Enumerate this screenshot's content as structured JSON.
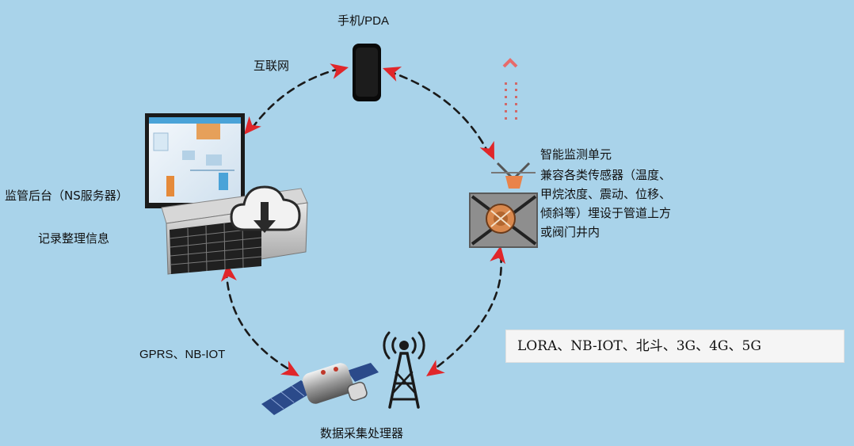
{
  "nodes": {
    "phone": {
      "label": "手机/PDA"
    },
    "backend": {
      "label": "监管后台（NS服务器）",
      "sublabel": "记录整理信息"
    },
    "monitor": {
      "label": "智能监测单元",
      "description": [
        "兼容各类传感器（温度、",
        "甲烷浓度、震动、位移、",
        "倾斜等）埋设于管道上方",
        "或阀门井内"
      ]
    },
    "collector": {
      "label": "数据采集处理器"
    }
  },
  "links": {
    "internet": "互联网",
    "gprs": "GPRS、NB-IOT",
    "wireless": "LORA、NB-IOT、北斗、3G、4G、5G"
  },
  "colors": {
    "background": "#a9d3ea",
    "arrow": "#e0262a",
    "dash": "#1a1a1a"
  },
  "icons": [
    "phone-icon",
    "server-icon",
    "monitor-icon",
    "cloud-download-icon",
    "sensor-icon",
    "satellite-icon",
    "antenna-tower-icon"
  ]
}
